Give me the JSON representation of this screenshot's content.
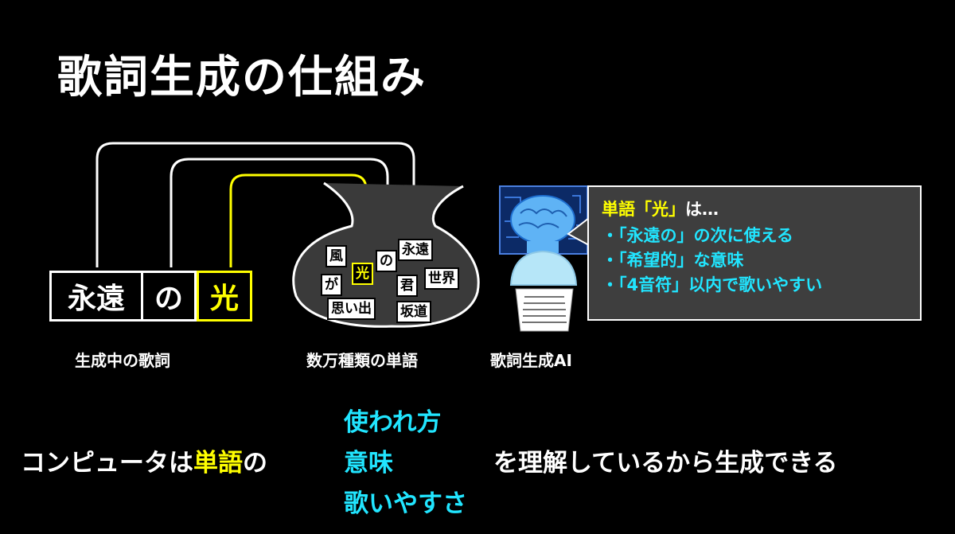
{
  "title": "歌詞生成の仕組み",
  "lyric_words": [
    "永遠",
    "の",
    "光"
  ],
  "captions": {
    "lyrics": "生成中の歌詞",
    "words": "数万種類の単語",
    "ai": "歌詞生成AI"
  },
  "vocab_words": {
    "w1": "風",
    "w2": "光",
    "w3": "の",
    "w4": "永遠",
    "w5": "が",
    "w6": "君",
    "w7": "世界",
    "w8": "思い出",
    "w9": "坂道"
  },
  "bubble": {
    "heading_word": "単語「光」",
    "heading_suffix": "は…",
    "items": [
      "・「永遠の」の次に使える",
      "・「希望的」な意味",
      "・「4音符」以内で歌いやすい"
    ]
  },
  "bottom": {
    "prefix": "コンピュータは",
    "highlight": "単語",
    "particle": "の",
    "stack": [
      "使われ方",
      "意味",
      "歌いやすさ"
    ],
    "suffix": "を理解しているから生成できる"
  },
  "colors": {
    "highlight": "#ffff00",
    "accent": "#21e5ff",
    "bubble_bg": "#3e3e3e"
  }
}
